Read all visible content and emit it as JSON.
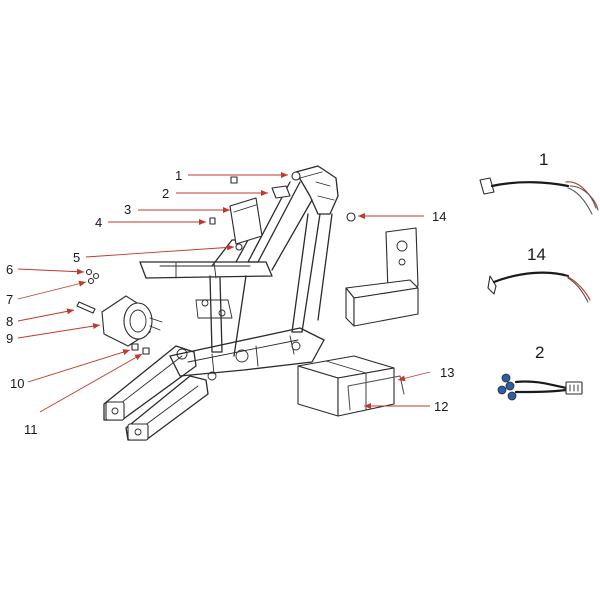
{
  "diagram": {
    "accent_color": "#c0392b",
    "callouts": [
      {
        "id": "c1",
        "label": "1"
      },
      {
        "id": "c2",
        "label": "2"
      },
      {
        "id": "c3",
        "label": "3"
      },
      {
        "id": "c4",
        "label": "4"
      },
      {
        "id": "c5",
        "label": "5"
      },
      {
        "id": "c6",
        "label": "6"
      },
      {
        "id": "c7",
        "label": "7"
      },
      {
        "id": "c8",
        "label": "8"
      },
      {
        "id": "c9",
        "label": "9"
      },
      {
        "id": "c10",
        "label": "10"
      },
      {
        "id": "c11",
        "label": "11"
      },
      {
        "id": "c12",
        "label": "12"
      },
      {
        "id": "c13",
        "label": "13"
      },
      {
        "id": "c14",
        "label": "14"
      }
    ],
    "insets": [
      {
        "id": "i1",
        "label": "1"
      },
      {
        "id": "i14",
        "label": "14"
      },
      {
        "id": "i2",
        "label": "2"
      }
    ]
  }
}
